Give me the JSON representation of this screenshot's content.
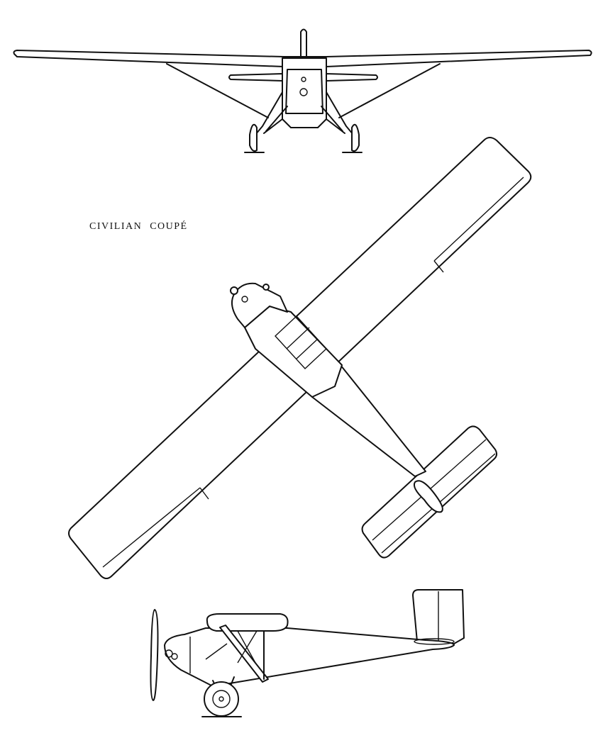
{
  "drawing": {
    "title": "CIVILIAN COUPÉ",
    "views": [
      "front-view",
      "top-view",
      "side-view"
    ]
  }
}
